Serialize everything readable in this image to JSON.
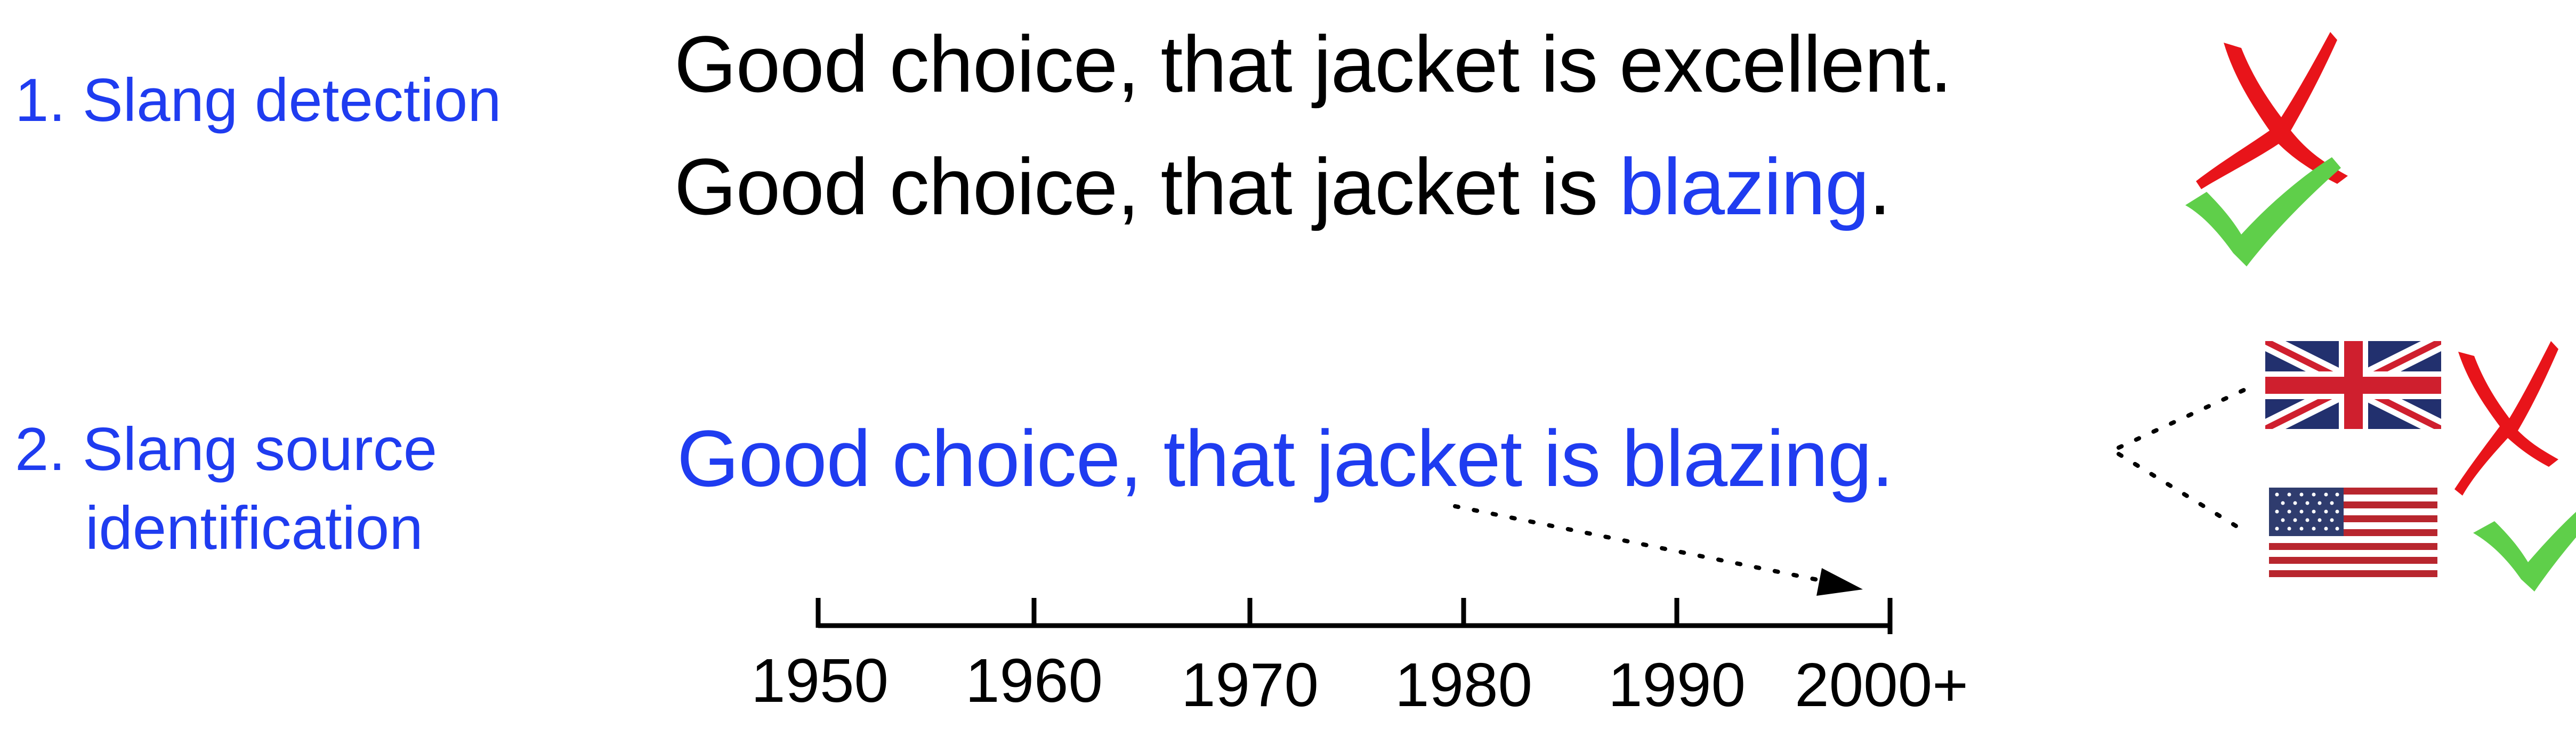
{
  "labels": {
    "task1": "1. Slang detection",
    "task2_line1": "2. Slang source",
    "task2_line2": "identification"
  },
  "sentences": {
    "plain": "Good choice, that jacket is excellent.",
    "slang_prefix": "Good choice, that jacket is ",
    "slang_word": "blazing",
    "slang_suffix": ".",
    "source": "Good choice, that jacket is blazing."
  },
  "timeline": {
    "ticks": [
      "1950",
      "1960",
      "1970",
      "1980",
      "1990",
      "2000+"
    ]
  },
  "marks": {
    "plain_result": "cross",
    "slang_result": "check",
    "uk_result": "cross",
    "us_result": "check"
  },
  "flags": [
    "uk-flag",
    "us-flag"
  ],
  "colors": {
    "label_blue": "#1f3cf0",
    "cross_red": "#e8141a",
    "check_green": "#5fcf4a",
    "uk_blue": "#22306e",
    "uk_red": "#cf1f2e",
    "us_red": "#b8262e",
    "us_blue": "#2f3c6e"
  }
}
